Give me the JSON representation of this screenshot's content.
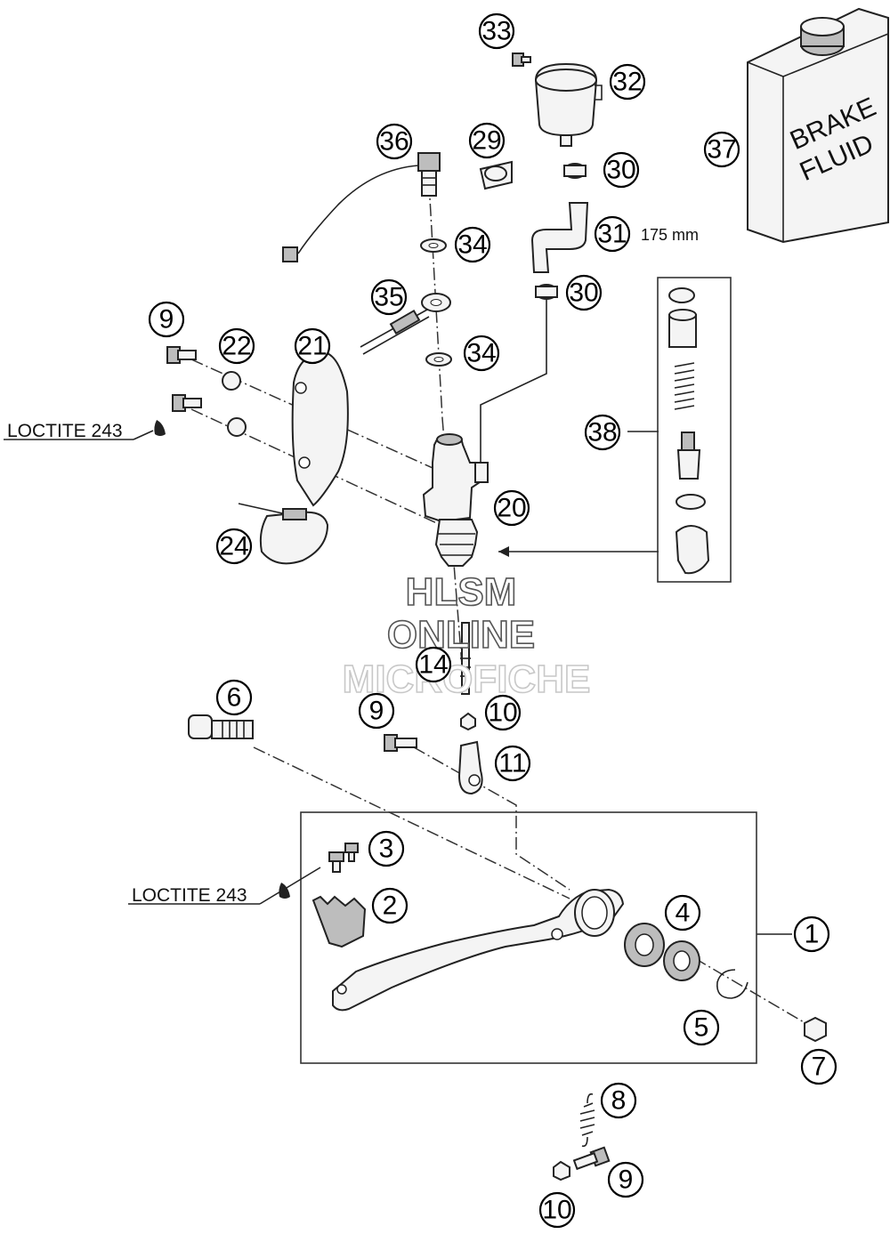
{
  "callouts": [
    {
      "id": "c33",
      "label": "33"
    },
    {
      "id": "c32",
      "label": "32"
    },
    {
      "id": "c37",
      "label": "37"
    },
    {
      "id": "c36",
      "label": "36"
    },
    {
      "id": "c29",
      "label": "29"
    },
    {
      "id": "c30a",
      "label": "30"
    },
    {
      "id": "c31",
      "label": "31"
    },
    {
      "id": "c34a",
      "label": "34"
    },
    {
      "id": "c35",
      "label": "35"
    },
    {
      "id": "c30b",
      "label": "30"
    },
    {
      "id": "c9a",
      "label": "9"
    },
    {
      "id": "c22",
      "label": "22"
    },
    {
      "id": "c21",
      "label": "21"
    },
    {
      "id": "c34b",
      "label": "34"
    },
    {
      "id": "c38",
      "label": "38"
    },
    {
      "id": "c20",
      "label": "20"
    },
    {
      "id": "c24",
      "label": "24"
    },
    {
      "id": "c14",
      "label": "14"
    },
    {
      "id": "c6",
      "label": "6"
    },
    {
      "id": "c9b",
      "label": "9"
    },
    {
      "id": "c10a",
      "label": "10"
    },
    {
      "id": "c11",
      "label": "11"
    },
    {
      "id": "c3",
      "label": "3"
    },
    {
      "id": "c2",
      "label": "2"
    },
    {
      "id": "c4",
      "label": "4"
    },
    {
      "id": "c1",
      "label": "1"
    },
    {
      "id": "c5",
      "label": "5"
    },
    {
      "id": "c7",
      "label": "7"
    },
    {
      "id": "c8",
      "label": "8"
    },
    {
      "id": "c9c",
      "label": "9"
    },
    {
      "id": "c10b",
      "label": "10"
    }
  ],
  "notes": {
    "hose_length": "175 mm",
    "loctite_top": "LOCTITE 243",
    "loctite_bottom": "LOCTITE 243"
  },
  "can_label": {
    "line1": "BRAKE",
    "line2": "FLUID"
  },
  "watermark": {
    "line1": "HLSM",
    "line2": "ONLINE",
    "line3": "MICROFICHE"
  }
}
